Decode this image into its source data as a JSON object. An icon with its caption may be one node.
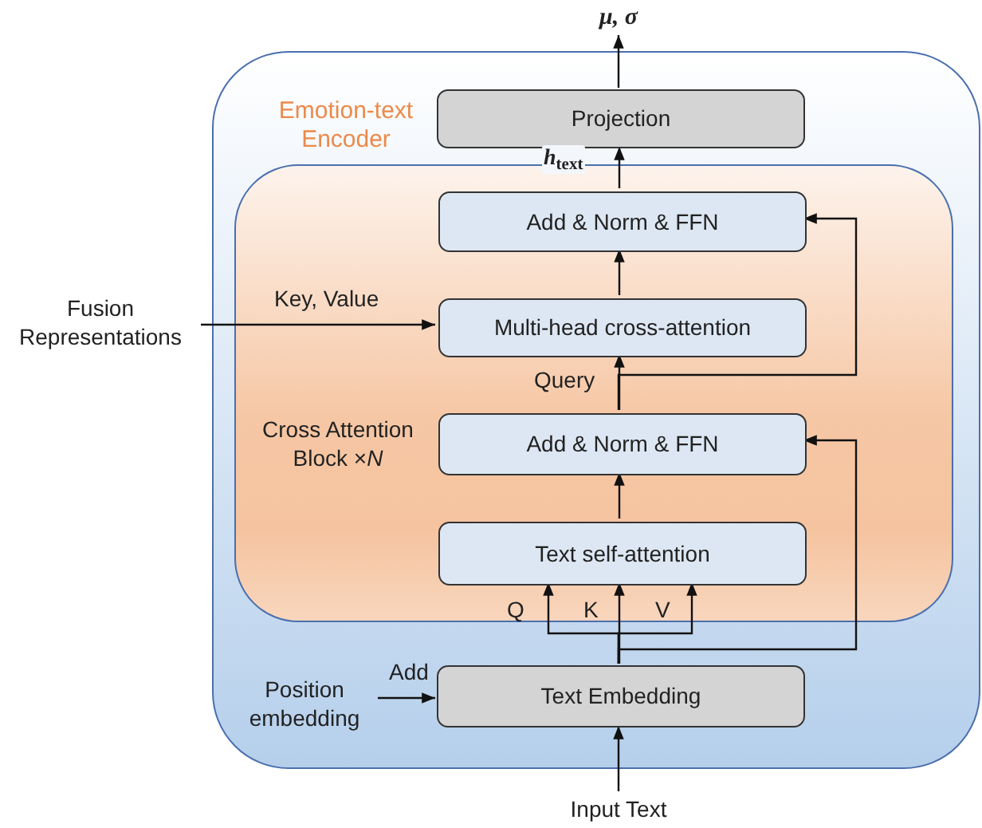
{
  "diagram": {
    "nodes": [
      {
        "text": [
          "Emotion-text Encoder"
        ]
      },
      {
        "text": [
          "Cross Attention Block ×*N*"
        ],
        "in": 0
      },
      {
        "text": [
          "Projection"
        ],
        "in": 0
      },
      {
        "text": [
          "Add & Norm & FFN"
        ],
        "in": 1
      },
      {
        "text": [
          "Multi-head cross-attention"
        ],
        "in": 1
      },
      {
        "text": [
          "Add & Norm & FFN"
        ],
        "in": 1
      },
      {
        "text": [
          "Text self-attention"
        ],
        "in": 1
      },
      {
        "text": [
          "Text Embedding"
        ],
        "in": 0
      },
      {
        "text": [
          "μ, σ"
        ]
      },
      {
        "text": [
          "Fusion Representations"
        ]
      },
      {
        "text": [
          "Position embedding"
        ],
        "in": 0
      },
      {
        "text": [
          "Input Text"
        ]
      }
    ],
    "edges": [
      {
        "from": 11,
        "to": 7,
        "arrow": "to"
      },
      {
        "from": 10,
        "to": 7,
        "arrow": "to",
        "label": "Add"
      },
      {
        "from": 7,
        "to": 6,
        "arrow": "to",
        "label": "Q"
      },
      {
        "from": 7,
        "to": 6,
        "arrow": "to",
        "label": "K"
      },
      {
        "from": 7,
        "to": 6,
        "arrow": "to",
        "label": "V"
      },
      {
        "from": 7,
        "to": 5,
        "arrow": "to"
      },
      {
        "from": 6,
        "to": 5,
        "arrow": "to"
      },
      {
        "from": 5,
        "to": 4,
        "arrow": "to",
        "label": "Query"
      },
      {
        "from": 5,
        "to": 3,
        "arrow": "to"
      },
      {
        "from": 9,
        "to": 4,
        "arrow": "to",
        "label": "Key, Value"
      },
      {
        "from": 4,
        "to": 3,
        "arrow": "to"
      },
      {
        "from": 3,
        "to": 2,
        "arrow": "to",
        "label": "*h*$_{text}$"
      },
      {
        "from": 2,
        "to": 8,
        "arrow": "to"
      }
    ]
  }
}
